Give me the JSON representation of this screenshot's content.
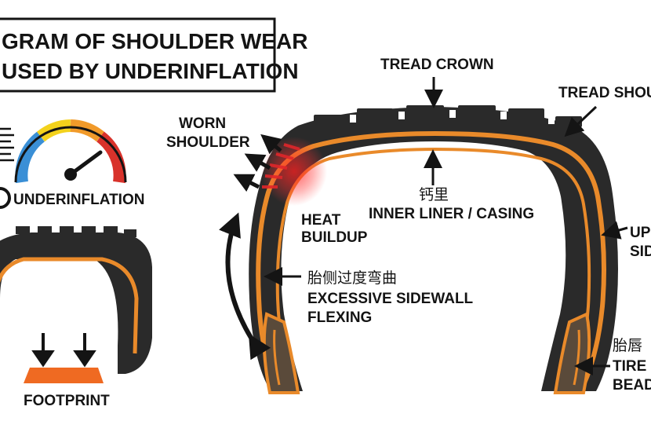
{
  "title": {
    "line1": "GRAM OF SHOULDER WEAR",
    "line2": "USED BY UNDERINFLATION"
  },
  "left_panel": {
    "gauge_label": "UNDERINFLATION",
    "footprint_label": "FOOTPRINT",
    "gauge_icon": "pressure-gauge-icon",
    "colors": {
      "blue": "#3a8fd6",
      "yellow": "#f3d21c",
      "orange": "#f19a2a",
      "red": "#d8322b"
    }
  },
  "labels": {
    "worn_shoulder_1": "WORN",
    "worn_shoulder_2": "SHOULDER",
    "tread_crown": "TREAD CROWN",
    "tread_shoulder": "TREAD SHOU",
    "inner_liner_zh": "钙里",
    "inner_liner": "INNER LINER / CASING",
    "heat_1": "HEAT",
    "heat_2": "BUILDUP",
    "sidewall_zh": "胎侧过度弯曲",
    "sidewall_1": "EXCESSIVE SIDEWALL",
    "sidewall_2": "FLEXING",
    "upper_side_1": "UP",
    "upper_side_2": "SID",
    "bead_zh": "胎唇",
    "bead_1": "TIRE I",
    "bead_2": "BEAD"
  },
  "colors": {
    "rubber": "#2a2a2a",
    "casing": "#e98a2a",
    "heat": "#e0262a",
    "footprint": "#ef6a22",
    "bead_fill": "#5a4a3a"
  }
}
